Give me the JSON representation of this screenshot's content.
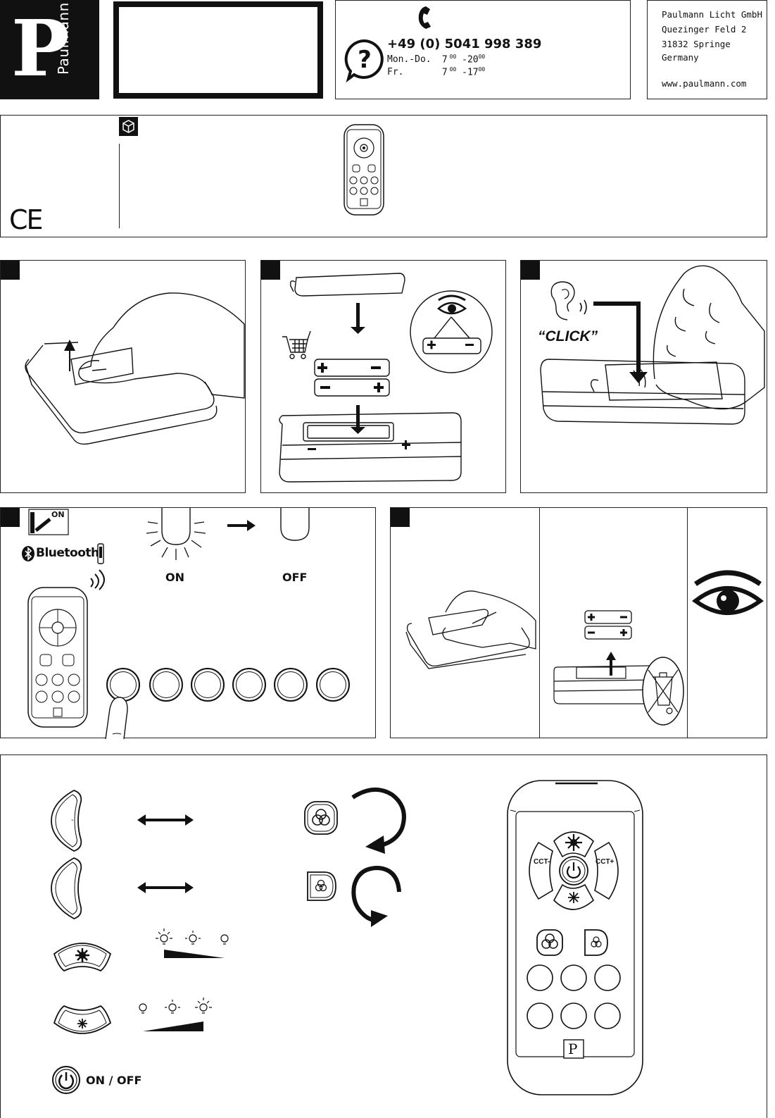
{
  "brand": {
    "letter": "P",
    "name": "Paulmann"
  },
  "hotline": {
    "phone": "+49 (0) 5041 998 389",
    "rows": [
      {
        "day": "Mon.-Do.",
        "from": "7",
        "from_sup": "00",
        "to": "20",
        "to_sup": "00"
      },
      {
        "day": "Fr.",
        "from": "7",
        "from_sup": "00",
        "to": "17",
        "to_sup": "00"
      }
    ]
  },
  "address": {
    "lines": [
      "Paulmann Licht GmbH",
      "Quezinger Feld 2",
      "31832 Springe",
      "Germany"
    ],
    "web": "www.paulmann.com"
  },
  "ce": "CE",
  "step3": {
    "click": "“CLICK”"
  },
  "step4": {
    "switch": "ON",
    "bluetooth": "Bluetooth",
    "on": "ON",
    "off": "OFF"
  },
  "remote": {
    "cct_minus": "CCT-",
    "cct_plus": "CCT+",
    "logo": "P"
  },
  "legend": {
    "cct_minus_icon": "-",
    "onoff": "ON / OFF"
  }
}
